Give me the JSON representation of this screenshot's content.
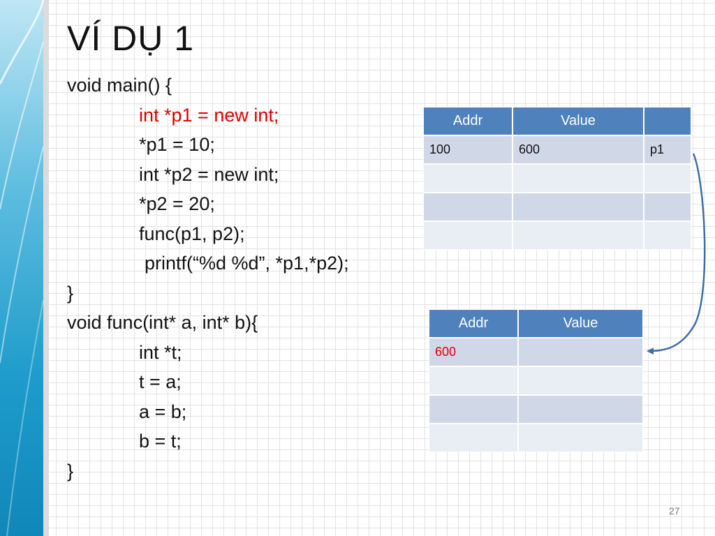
{
  "slide": {
    "title": "VÍ DỤ 1",
    "page_number": "27"
  },
  "code": [
    "void main() {",
    "int *p1 = new int;",
    "*p1 = 10;",
    "int *p2 = new int;",
    "*p2 = 20;",
    "func(p1, p2);",
    "printf(“%d %d”, *p1,*p2);",
    "}",
    "void func(int* a, int* b){",
    "int *t;",
    "t = a;",
    "a = b;",
    "b = t;",
    "}"
  ],
  "memory_table_1": {
    "headers": [
      "Addr",
      "Value",
      ""
    ],
    "rows": [
      [
        "100",
        "600",
        "p1"
      ],
      [
        "",
        "",
        ""
      ],
      [
        "",
        "",
        ""
      ],
      [
        "",
        "",
        ""
      ]
    ]
  },
  "memory_table_2": {
    "headers": [
      "Addr",
      "Value"
    ],
    "rows": [
      [
        "600",
        ""
      ],
      [
        "",
        ""
      ],
      [
        "",
        ""
      ],
      [
        "",
        ""
      ]
    ]
  },
  "colors": {
    "highlight": "#e00000",
    "table_header": "#4f81bd",
    "table_row_odd": "#d0d8e8",
    "table_row_even": "#e9edf4",
    "arrow": "#3f6fa8"
  },
  "icons": {
    "arrow": "pointer-arrow-icon"
  }
}
